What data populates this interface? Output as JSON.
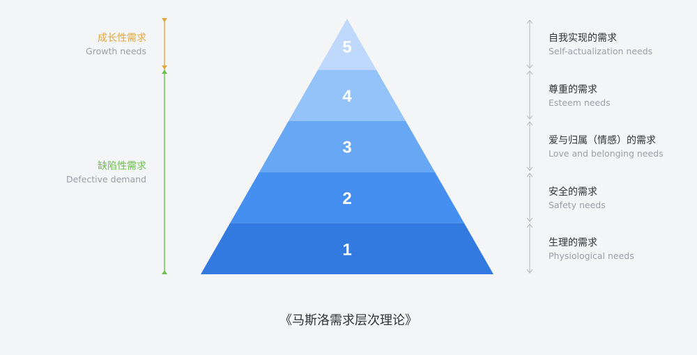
{
  "pyramid": {
    "levels": [
      {
        "number": "5",
        "color": "#bed9fb"
      },
      {
        "number": "4",
        "color": "#93c3f9"
      },
      {
        "number": "3",
        "color": "#67a7f4"
      },
      {
        "number": "2",
        "color": "#448ff0"
      },
      {
        "number": "1",
        "color": "#337ae0"
      }
    ]
  },
  "left_groups": {
    "growth": {
      "zh": "成长性需求",
      "en": "Growth needs",
      "color": "#e0a83e"
    },
    "deficit": {
      "zh": "缺陷性需求",
      "en": "Defective demand",
      "color": "#6cc04e"
    }
  },
  "right_labels": [
    {
      "zh": "自我实现的需求",
      "en": "Self-actualization needs"
    },
    {
      "zh": "尊重的需求",
      "en": "Esteem needs"
    },
    {
      "zh": "爱与归属（情感）的需求",
      "en": "Love and belonging needs"
    },
    {
      "zh": "安全的需求",
      "en": "Safety needs"
    },
    {
      "zh": "生理的需求",
      "en": "Physiological needs"
    }
  ],
  "caption": "《马斯洛需求层次理论》",
  "colors": {
    "right_bracket": "#b9bdc4"
  }
}
